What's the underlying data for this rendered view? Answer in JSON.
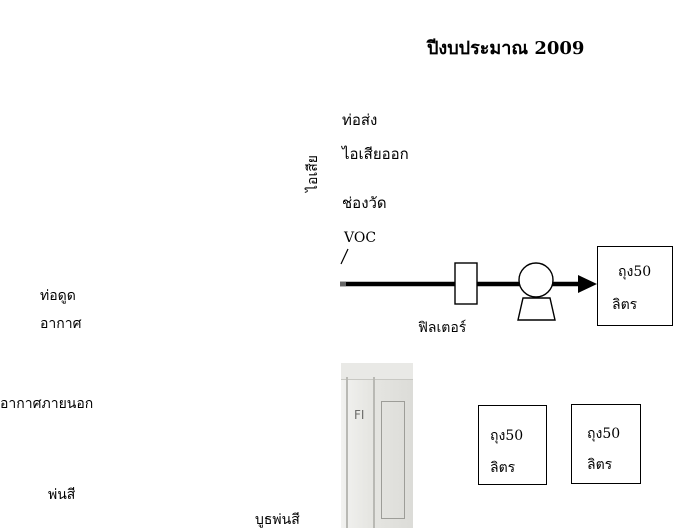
{
  "header": {
    "title": "ปีงบประมาณ 2009"
  },
  "labels": {
    "exhaust_pipe": [
      "ท่อส่ง",
      "ไอเสียออก"
    ],
    "voc_port": [
      "ช่องวัด",
      "VOC"
    ],
    "exhaust_vertical": "ไอเสีย",
    "intake_pipe": [
      "ท่อดูด",
      "อากาศ"
    ],
    "outside_air": "อากาศภายนอก",
    "spray_paint": "พ่นสี",
    "spray_booth": "บูธพ่นสี",
    "filter": "ฟิลเตอร์"
  },
  "tanks": [
    {
      "line1": "ถุง50",
      "line2": "ลิตร"
    },
    {
      "line1": "ถุง50",
      "line2": "ลิตร"
    },
    {
      "line1": "ถุง50",
      "line2": "ลิตร"
    }
  ],
  "cabinet": {
    "label": "FI"
  }
}
